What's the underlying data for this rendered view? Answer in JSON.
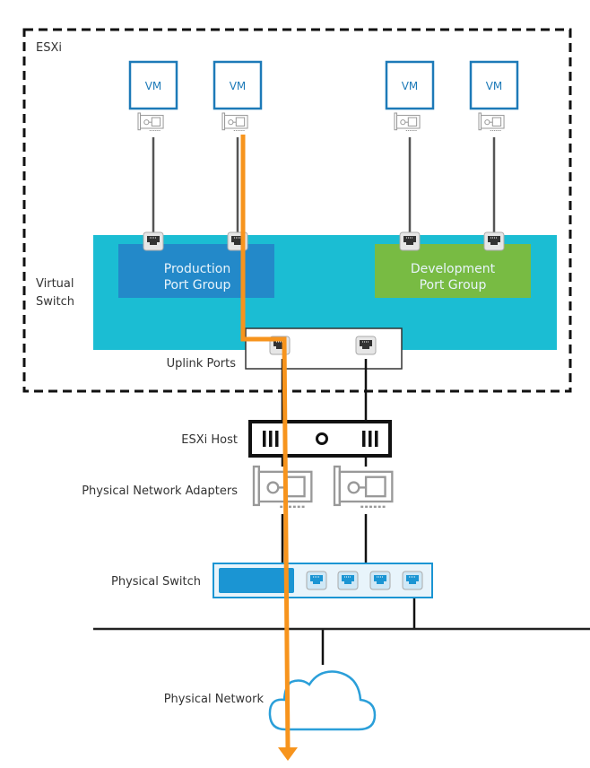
{
  "title": "vSphere Standard Switch traffic path",
  "esxi_boundary_label": "ESXi",
  "vms": [
    {
      "label": "VM",
      "port_group": "production"
    },
    {
      "label": "VM",
      "port_group": "production"
    },
    {
      "label": "VM",
      "port_group": "development"
    },
    {
      "label": "VM",
      "port_group": "development"
    }
  ],
  "virtual_switch": {
    "label_line1": "Virtual",
    "label_line2": "Switch",
    "port_groups": [
      {
        "id": "production",
        "line1": "Production",
        "line2": "Port Group",
        "color": "#2389c9"
      },
      {
        "id": "development",
        "line1": "Development",
        "line2": "Port Group",
        "color": "#78bb43"
      }
    ],
    "uplink_label": "Uplink Ports",
    "color": "#1bbdd3"
  },
  "esxi_host_label": "ESXi Host",
  "physical_adapters_label": "Physical Network Adapters",
  "physical_switch_label": "Physical Switch",
  "physical_network_label": "Physical Network",
  "traffic_path": {
    "color": "#f7941d",
    "description": "From second VM through Production Port Group, first uplink, first physical adapter, physical switch, to physical network"
  },
  "colors": {
    "vm_border": "#1d7ab8",
    "cloud": "#2b9fd9",
    "switch_blue": "#1b95d3"
  }
}
